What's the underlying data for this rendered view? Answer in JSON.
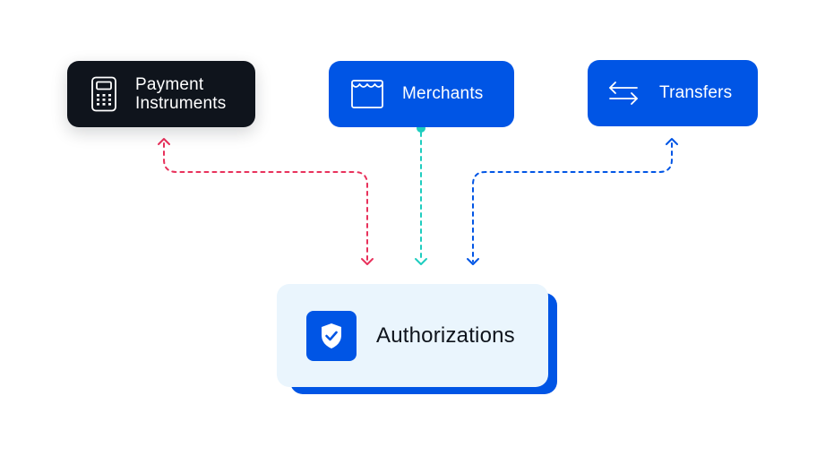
{
  "nodes": {
    "payment_instruments": {
      "line1": "Payment",
      "line2": "Instruments",
      "icon": "card-terminal-icon"
    },
    "merchants": {
      "label": "Merchants",
      "icon": "storefront-icon"
    },
    "transfers": {
      "label": "Transfers",
      "icon": "transfer-arrows-icon"
    },
    "authorizations": {
      "label": "Authorizations",
      "icon": "shield-check-icon"
    }
  },
  "connectors": [
    {
      "from": "payment_instruments",
      "to": "authorizations",
      "style": "dashed",
      "direction": "both",
      "color": "#e8315b"
    },
    {
      "from": "merchants",
      "to": "authorizations",
      "style": "dashed",
      "direction": "to",
      "color": "#1ecdbf"
    },
    {
      "from": "transfers",
      "to": "authorizations",
      "style": "dashed",
      "direction": "both",
      "color": "#0055e5"
    }
  ],
  "colors": {
    "dark_node": "#0f141c",
    "brand_blue": "#0055e5",
    "auth_fill": "#eaf5fd",
    "pink": "#e8315b",
    "teal": "#1ecdbf"
  }
}
